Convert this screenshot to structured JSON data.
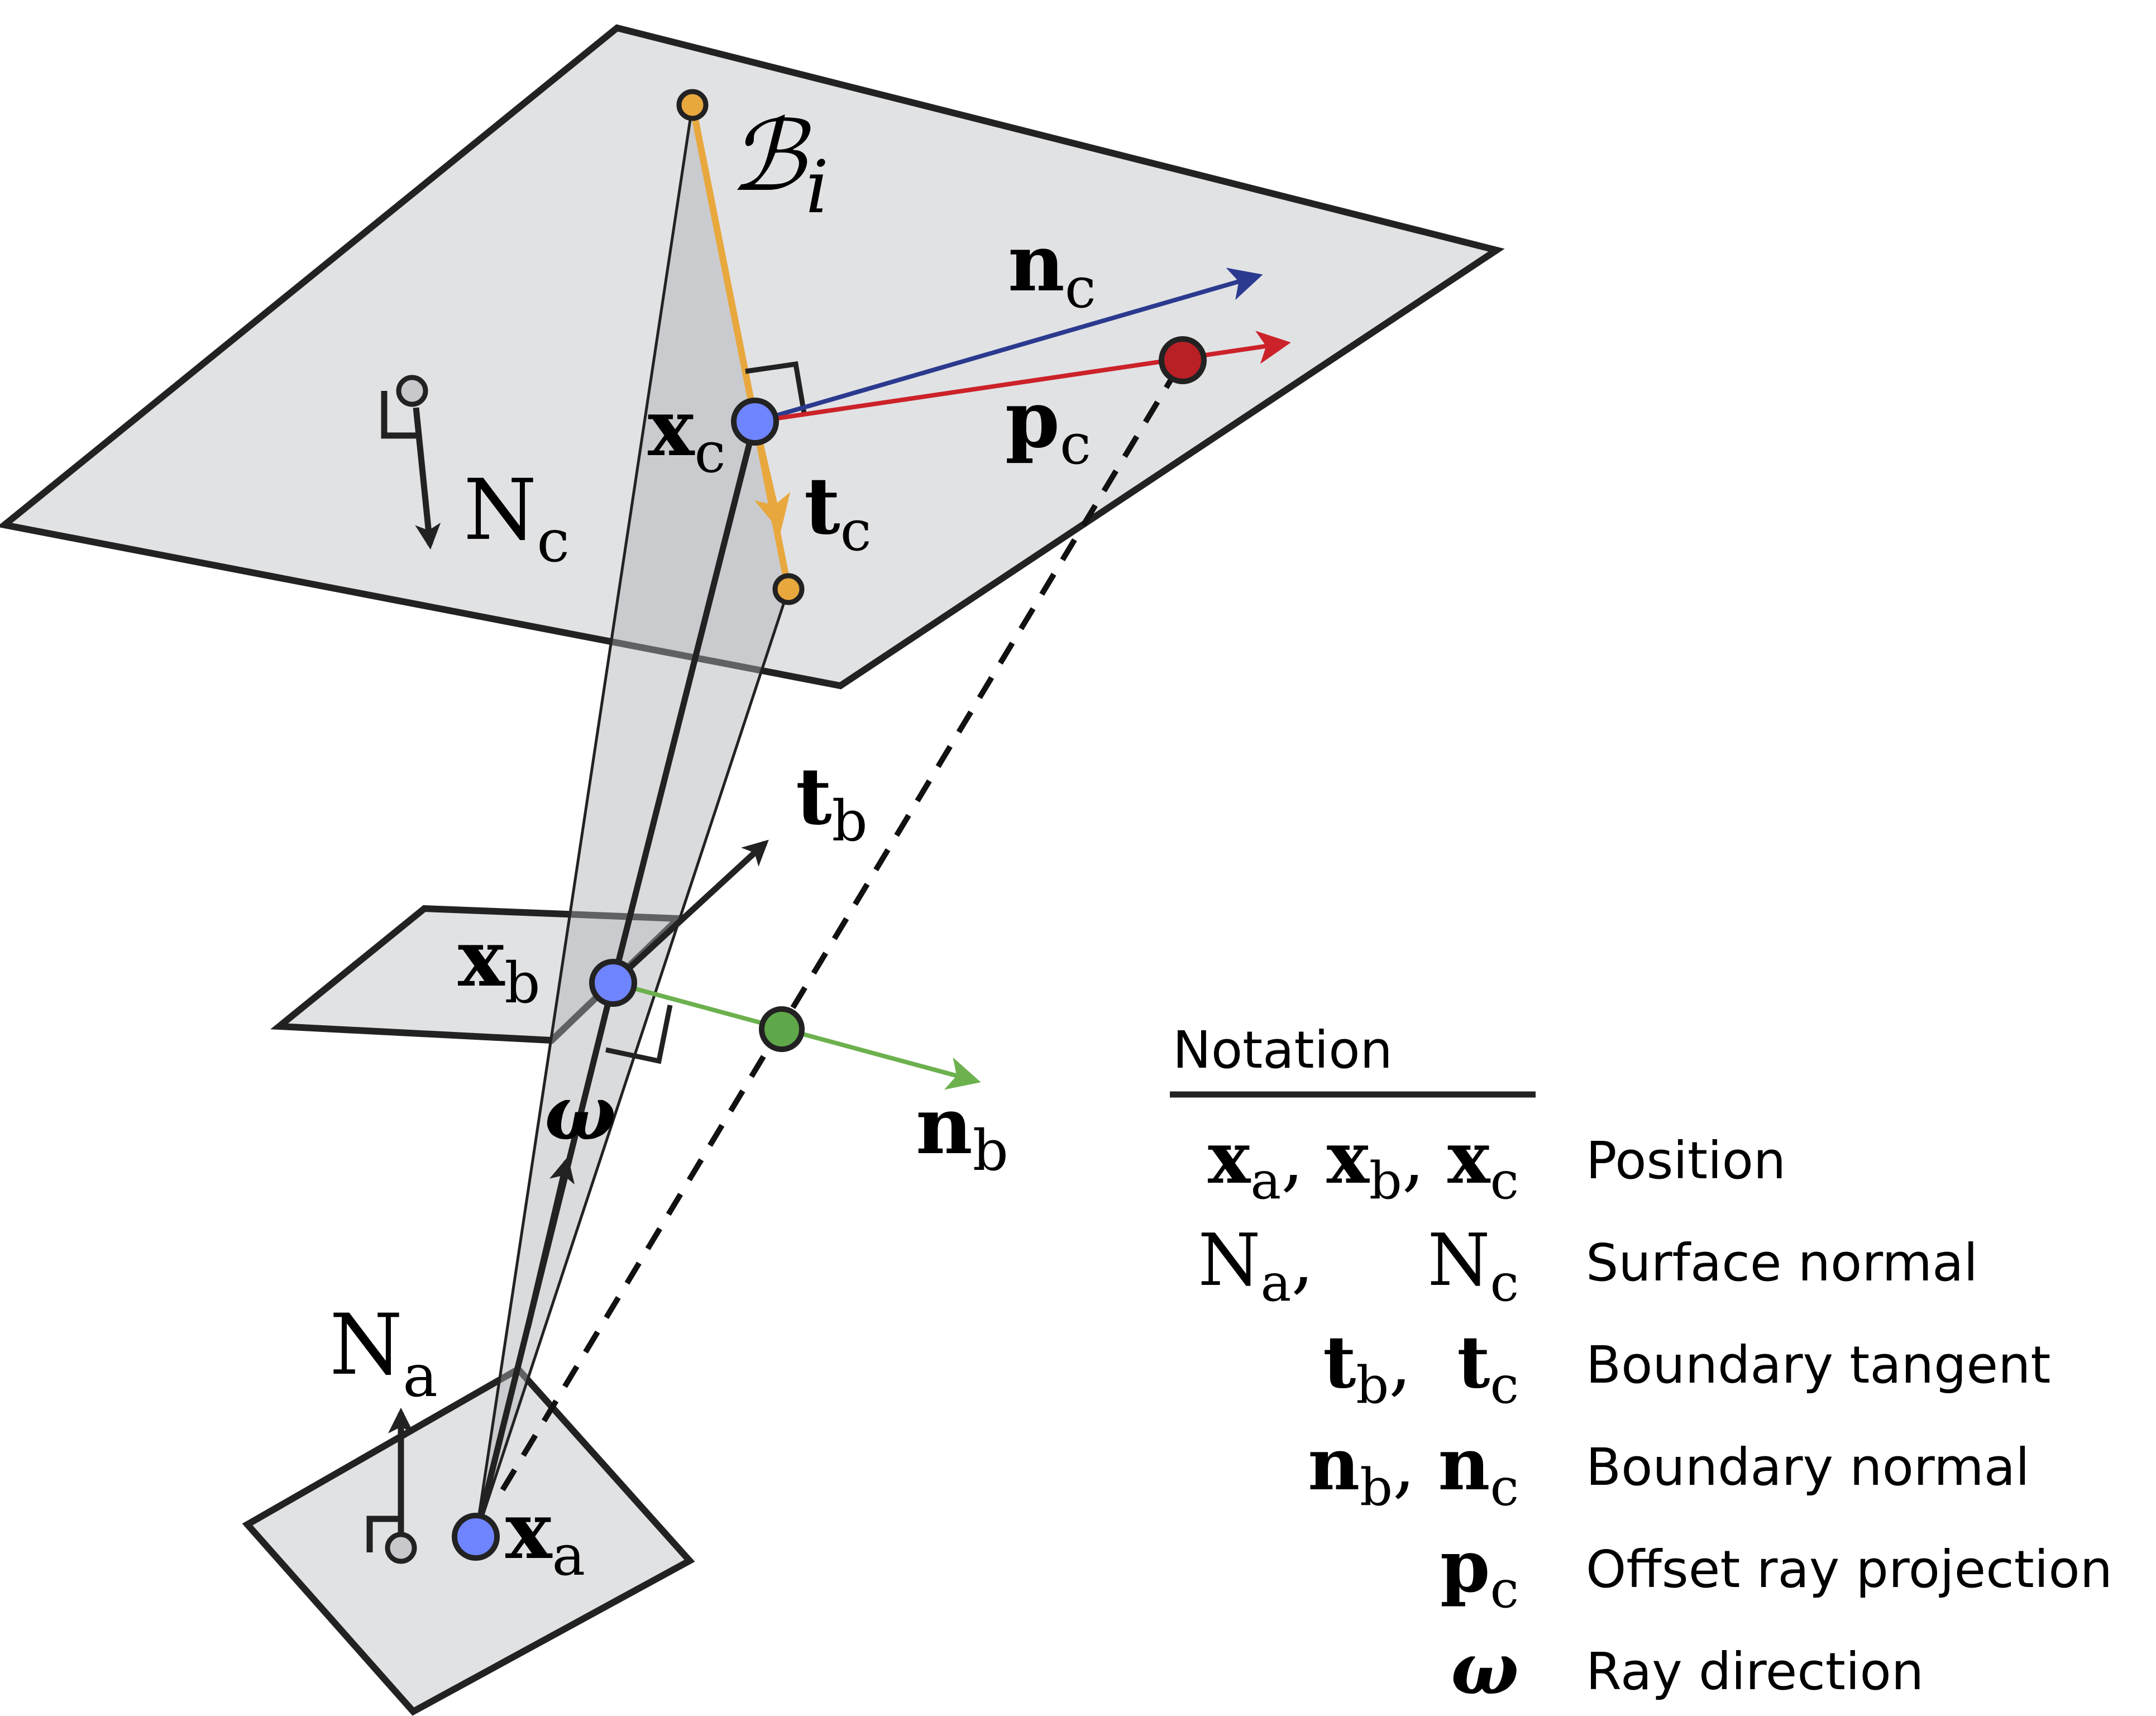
{
  "labels": {
    "boundary": {
      "main": "ℬ",
      "sub": "i"
    },
    "nc": {
      "main": "n",
      "sub": "c"
    },
    "pc": {
      "main": "p",
      "sub": "c"
    },
    "tc": {
      "main": "t",
      "sub": "c"
    },
    "xc": {
      "main": "x",
      "sub": "c"
    },
    "Nc": {
      "main": "N",
      "sub": "c"
    },
    "tb": {
      "main": "t",
      "sub": "b"
    },
    "xb": {
      "main": "x",
      "sub": "b"
    },
    "nb": {
      "main": "n",
      "sub": "b"
    },
    "omega": "ω",
    "Na": {
      "main": "N",
      "sub": "a"
    },
    "xa": {
      "main": "x",
      "sub": "a"
    }
  },
  "notation": {
    "title": "Notation",
    "rows": [
      {
        "terms": [
          {
            "main": "x",
            "sub": "a",
            "sep": ", "
          },
          {
            "main": "x",
            "sub": "b",
            "sep": ", "
          },
          {
            "main": "x",
            "sub": "c",
            "sep": ""
          }
        ],
        "description": "Position"
      },
      {
        "terms": [
          {
            "main": "N",
            "sub": "a",
            "sep": ",     "
          },
          {
            "main": "N",
            "sub": "c",
            "sep": ""
          }
        ],
        "description": "Surface normal"
      },
      {
        "terms": [
          {
            "main": "t",
            "sub": "b",
            "sep": ",  "
          },
          {
            "main": "t",
            "sub": "c",
            "sep": ""
          }
        ],
        "description": "Boundary tangent"
      },
      {
        "terms": [
          {
            "main": "n",
            "sub": "b",
            "sep": ", "
          },
          {
            "main": "n",
            "sub": "c",
            "sep": ""
          }
        ],
        "description": "Boundary normal"
      },
      {
        "terms": [
          {
            "main": "p",
            "sub": "c",
            "sep": ""
          }
        ],
        "description": "Offset ray projection"
      },
      {
        "terms": [
          {
            "main": "ω",
            "sub": "",
            "sep": ""
          }
        ],
        "description": "Ray direction"
      }
    ]
  },
  "colors": {
    "plane_fill": "#e1e2e4",
    "wedge_fill": "#c9cacc",
    "outline": "#222222",
    "orange": "#e8a83e",
    "blue_arrow": "#2b3a8f",
    "red_arrow": "#cc2229",
    "green_arrow": "#6cb14e",
    "blue_point": "#6f84ff",
    "red_point": "#b82025",
    "green_point": "#5fa84a",
    "gray_point": "#c8c8cc"
  }
}
